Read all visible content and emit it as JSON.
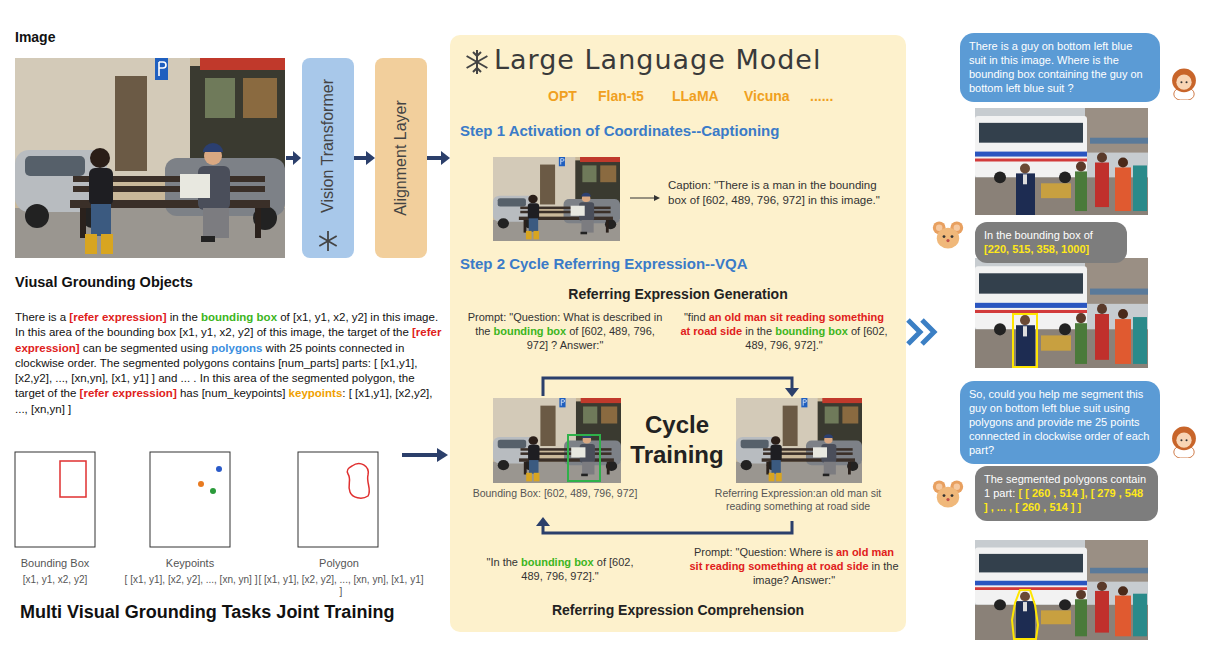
{
  "diagram": {
    "nodes": [
      {
        "text": [
          "Vision Transformer"
        ]
      },
      {
        "text": [
          "Alignment Layer"
        ]
      },
      {
        "text": [
          "Large Language Model"
        ]
      },
      {
        "text": [
          "There is a guy on bottom left blue suit in this image. Where is the bounding box containing the guy on bottom left blue suit ?"
        ]
      },
      {
        "text": [
          "In the bounding box of",
          "[220, 515, 358, 1000]"
        ]
      },
      {
        "text": [
          "So, could you help me segment this guy on bottom left blue suit using polygons and provide me 25 points connected in clockwise order of each part?"
        ]
      },
      {
        "text": [
          "The segmented polygons contain 1 part:",
          "[ [ 260 , 514 ], [ 279 , 548 ] , ... , [ 260 , 514 ] ]"
        ]
      }
    ],
    "edges": [
      {
        "from": 0,
        "to": 1,
        "arrow": "to"
      },
      {
        "from": 1,
        "to": 2,
        "arrow": "to"
      }
    ],
    "labels": [
      "Image",
      "Viusal Grounding Objects",
      "There is a ",
      "[refer expression]",
      " in the ",
      "bounding box",
      " of [x1, y1, x2, y2] in this image. In this area of the bounding box [x1, y1, x2, y2] of this image, the target of the ",
      "[refer expression]",
      " can be segmented using ",
      "polygons",
      " with 25 points connected in clockwise order. The segmented polygons contains [num_parts] parts: [ [x1,y1], [x2,y2], ..., [xn,yn], [x1, y1] ] and ... . In this area of the segmented polygon, the target of the ",
      "[refer expression]",
      " has [num_keypoints] ",
      "keypoints",
      ": [ [x1,y1], [x2,y2], ..., [xn,yn] ]",
      "Bounding Box",
      "[x1, y1, x2, y2]",
      "Keypoints",
      "[ [x1, y1], [x2, y2], ..., [xn, yn] ]",
      "Polygon",
      "[ [x1, y1], [x2, y2], ..., [xn, yn], [x1, y1] ]",
      "Multi Visual Grounding Tasks Joint Training",
      "OPT",
      "Flan-t5",
      "LLaMA",
      "Vicuna",
      "......",
      "Step 1 Activation of Coordinates--Captioning",
      "Caption: \"There is a man in the bounding box of [602, 489, 796, 972] in this image.\"",
      "Step 2 Cycle Referring Expression--VQA",
      "Referring Expression Generation",
      "Prompt: \"Question: What is described in the ",
      "bounding box",
      " of [602, 489, 796, 972] ? Answer:\"",
      "\"find ",
      "an old man sit reading something at road side",
      " in the ",
      "bounding box",
      " of [602, 489, 796, 972].\"",
      "Cycle Training",
      "Bounding Box: [602, 489, 796, 972]",
      "Referring Expression:an old man sit reading something at road side",
      "\"In the ",
      "bounding box",
      " of [602, 489, 796, 972].\"",
      "Prompt: \"Question: Where is ",
      "an old man sit reading something at road side",
      " in the image? Answer:\"",
      "Referring Expression Comprehension"
    ]
  }
}
